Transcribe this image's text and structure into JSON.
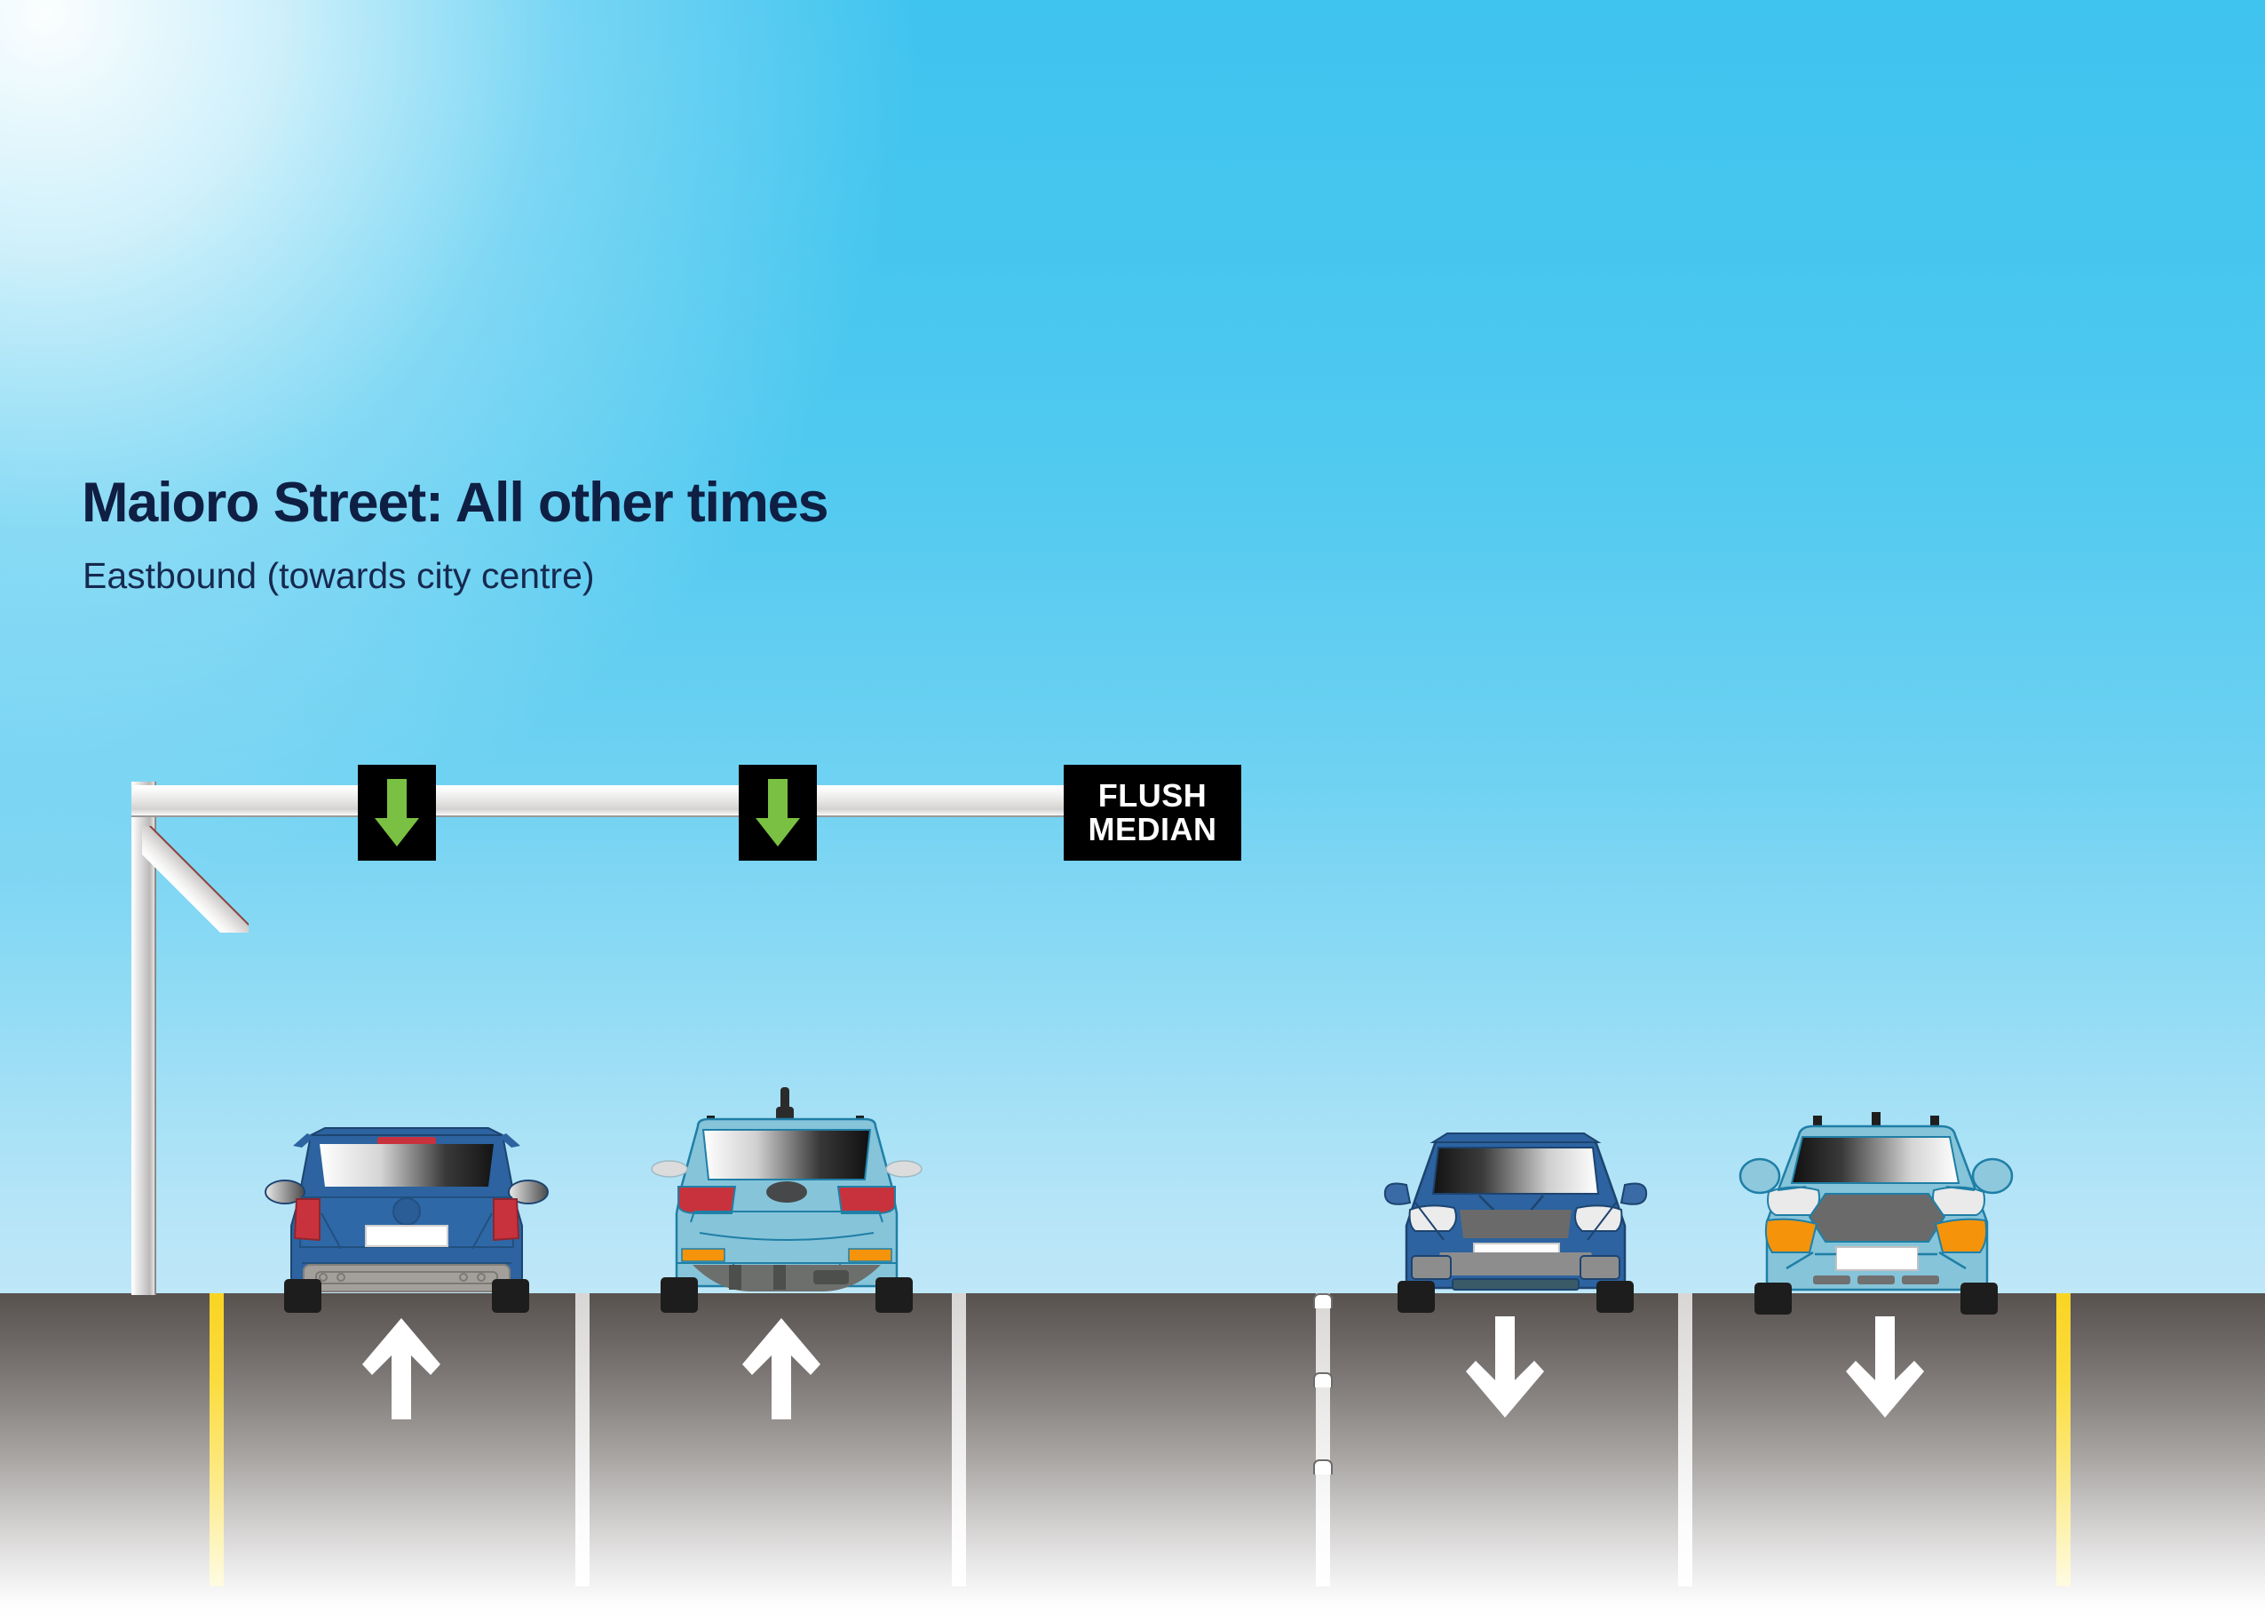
{
  "heading": {
    "title": "Maioro Street: All other times",
    "subtitle": "Eastbound (towards city centre)"
  },
  "colors": {
    "title_navy": "#0f1f44",
    "sky_top": "#3fc4ef",
    "sky_horizon": "#bfe7f8",
    "sign_background": "#000000",
    "sign_arrow_green": "#7ac143",
    "lane_white": "#ffffff",
    "lane_yellow": "#f9d423",
    "car_dark_blue": "#2c63a0",
    "car_light_blue": "#86c4da",
    "taillight_red": "#c8323c",
    "indicator_orange": "#f5940b",
    "road_dark": "#58524f"
  },
  "gantry": {
    "name": "overhead-lane-control-gantry",
    "signs": [
      {
        "type": "arrow",
        "icon": "green-down-arrow-icon",
        "meaning": "lane-open-down-arrow",
        "lane": 1
      },
      {
        "type": "arrow",
        "icon": "green-down-arrow-icon",
        "meaning": "lane-open-down-arrow",
        "lane": 2
      },
      {
        "type": "text",
        "line1": "FLUSH",
        "line2": "MEDIAN",
        "meaning": "flush-median-sign",
        "lane": 3
      }
    ]
  },
  "road": {
    "lanes": [
      {
        "id": "lane-1-eastbound",
        "direction": "up",
        "arrow_icon": "up-arrow-road-marking"
      },
      {
        "id": "lane-2-eastbound",
        "direction": "up",
        "arrow_icon": "up-arrow-road-marking"
      },
      {
        "id": "flush-median",
        "direction": "none",
        "arrow_icon": null
      },
      {
        "id": "lane-3-westbound",
        "direction": "down",
        "arrow_icon": "down-arrow-road-marking"
      },
      {
        "id": "lane-4-westbound",
        "direction": "down",
        "arrow_icon": "down-arrow-road-marking"
      }
    ],
    "edge_lines": [
      {
        "id": "left-edge-line",
        "color": "yellow"
      },
      {
        "id": "right-edge-line",
        "color": "yellow"
      }
    ],
    "median_studs": 3
  },
  "vehicles": [
    {
      "id": "vehicle-1",
      "view": "rear",
      "body": "station-wagon",
      "color": "dark-blue",
      "lane": "lane-1-eastbound"
    },
    {
      "id": "vehicle-2",
      "view": "rear",
      "body": "hatchback",
      "color": "light-blue",
      "lane": "lane-2-eastbound"
    },
    {
      "id": "vehicle-3",
      "view": "front",
      "body": "sedan",
      "color": "dark-blue",
      "lane": "lane-3-westbound"
    },
    {
      "id": "vehicle-4",
      "view": "front",
      "body": "suv",
      "color": "light-blue",
      "lane": "lane-4-westbound"
    }
  ]
}
